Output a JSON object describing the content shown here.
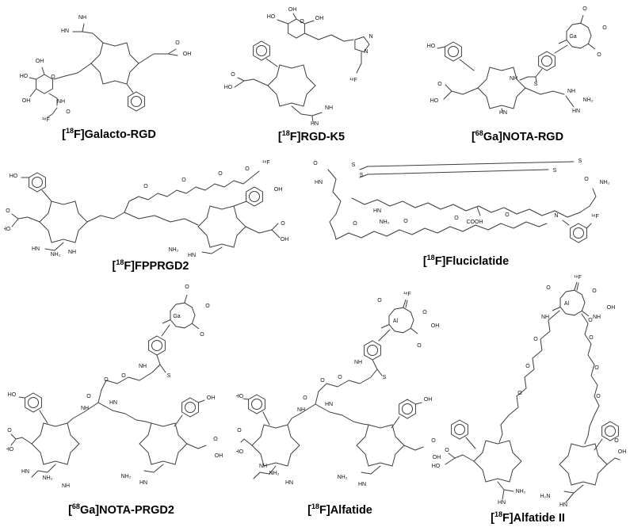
{
  "figure": {
    "colors": {
      "background": "#ffffff",
      "bond": "#3d3d3d",
      "text": "#000000"
    },
    "compounds": [
      {
        "key": "galacto-rgd",
        "bracket_open": "[",
        "isotope": "18",
        "nuclide": "F]",
        "name": "Galacto-RGD",
        "atoms": [
          "HN",
          "NH",
          "O",
          "OH",
          "O",
          "HO",
          "OH",
          "OH",
          "NH",
          "O",
          "¹⁸F"
        ]
      },
      {
        "key": "rgd-k5",
        "bracket_open": "[",
        "isotope": "18",
        "nuclide": "F]",
        "name": "RGD-K5",
        "atoms": [
          "O",
          "HO",
          "OH",
          "OH",
          "N",
          "N",
          "¹⁸F",
          "O",
          "HO",
          "NH",
          "HN"
        ]
      },
      {
        "key": "nota-rgd",
        "bracket_open": "[",
        "isotope": "68",
        "nuclide": "Ga]",
        "name": "NOTA-RGD",
        "atoms": [
          "Ga",
          "O",
          "O",
          "O",
          "HO",
          "NH",
          "S",
          "O",
          "HO",
          "HN",
          "NH",
          "NH₂",
          "HN"
        ]
      },
      {
        "key": "fpprgd2",
        "bracket_open": "[",
        "isotope": "18",
        "nuclide": "F]",
        "name": "FPPRGD2",
        "atoms": [
          "HO",
          "O",
          "HO",
          "HN",
          "NH₂",
          "NH",
          "O",
          "O",
          "O",
          "O",
          "¹⁸F",
          "OH",
          "O",
          "OH",
          "HN",
          "NH₂"
        ]
      },
      {
        "key": "fluciclatide",
        "bracket_open": "[",
        "isotope": "18",
        "nuclide": "F]",
        "name": "Fluciclatide",
        "atoms": [
          "O",
          "HN",
          "S",
          "S",
          "S",
          "S",
          "HN",
          "NH₂",
          "COOH",
          "O",
          "NH₂",
          "O",
          "O",
          "O",
          "O",
          "N",
          "¹⁸F"
        ]
      },
      {
        "key": "nota-prgd2",
        "bracket_open": "[",
        "isotope": "68",
        "nuclide": "Ga]",
        "name": "NOTA-PRGD2",
        "atoms": [
          "Ga",
          "O",
          "O",
          "O",
          "NH",
          "S",
          "O",
          "O",
          "O",
          "NH",
          "HN",
          "HO",
          "O",
          "HO",
          "HN",
          "NH₂",
          "NH",
          "OH",
          "O",
          "OH",
          "NH₂",
          "HN"
        ]
      },
      {
        "key": "alfatide",
        "bracket_open": "[",
        "isotope": "18",
        "nuclide": "F]",
        "name": "Alfatide",
        "atoms": [
          "¹⁸F",
          "Al",
          "O",
          "O",
          "O",
          "OH",
          "NH",
          "S",
          "O",
          "O",
          "O",
          "NH",
          "HN",
          "HO",
          "O",
          "HO",
          "NH",
          "NH₂",
          "HN",
          "OH",
          "O",
          "OH",
          "NH₂",
          "HN"
        ]
      },
      {
        "key": "alfatide-ii",
        "bracket_open": "[",
        "isotope": "18",
        "nuclide": "F]",
        "name": "Alfatide II",
        "atoms": [
          "¹⁸F",
          "Al",
          "O",
          "O",
          "O",
          "OH",
          "NH",
          "O",
          "O",
          "O",
          "NH",
          "O",
          "O",
          "O",
          "O",
          "HO",
          "NH₂",
          "HN",
          "O",
          "OH",
          "H₂N",
          "HN"
        ]
      }
    ]
  }
}
